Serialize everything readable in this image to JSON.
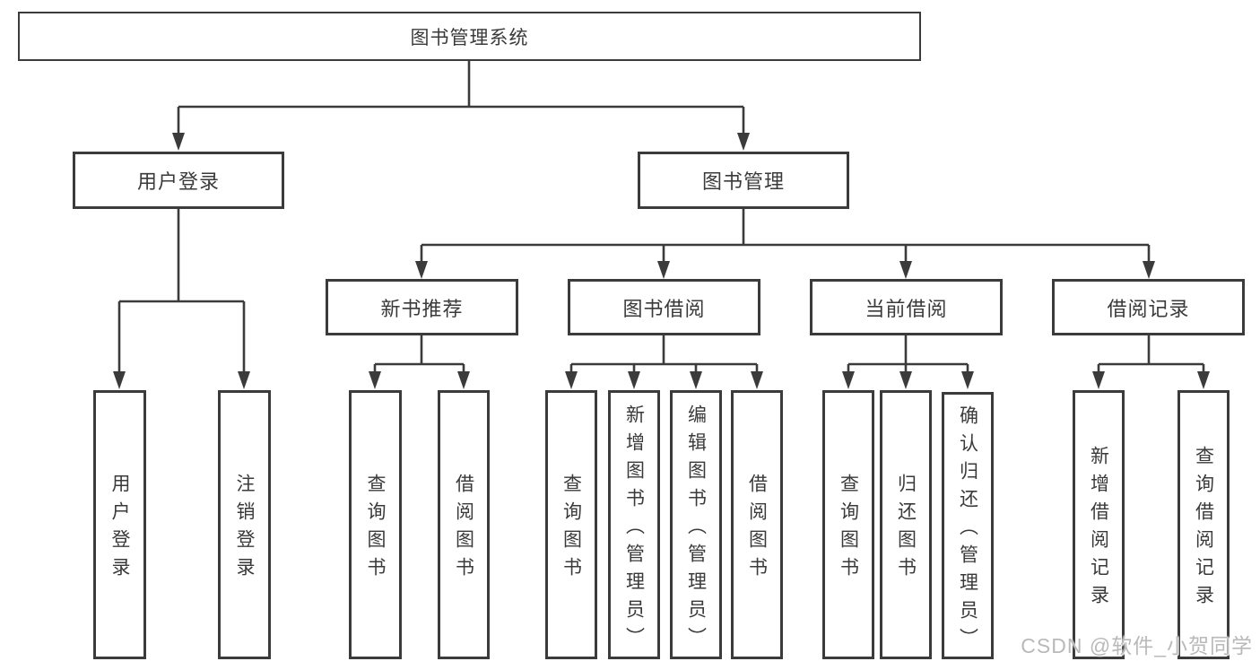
{
  "diagram": {
    "title": "图书管理系统",
    "root": {
      "label": "图书管理系统"
    },
    "level1": [
      {
        "label": "用户登录",
        "parent": "图书管理系统"
      },
      {
        "label": "图书管理",
        "parent": "图书管理系统"
      }
    ],
    "level2": [
      {
        "label": "新书推荐",
        "parent": "图书管理"
      },
      {
        "label": "图书借阅",
        "parent": "图书管理"
      },
      {
        "label": "当前借阅",
        "parent": "图书管理"
      },
      {
        "label": "借阅记录",
        "parent": "图书管理"
      }
    ],
    "leaves": [
      {
        "label": "用户登录",
        "parent": "用户登录"
      },
      {
        "label": "注销登录",
        "parent": "用户登录"
      },
      {
        "label": "查询图书",
        "parent": "新书推荐"
      },
      {
        "label": "借阅图书",
        "parent": "新书推荐"
      },
      {
        "label": "查询图书",
        "parent": "图书借阅"
      },
      {
        "label": "新增图书（管理员）",
        "parent": "图书借阅"
      },
      {
        "label": "编辑图书（管理员）",
        "parent": "图书借阅"
      },
      {
        "label": "借阅图书",
        "parent": "图书借阅"
      },
      {
        "label": "查询图书",
        "parent": "当前借阅"
      },
      {
        "label": "归还图书",
        "parent": "当前借阅"
      },
      {
        "label": "确认归还（管理员）",
        "parent": "当前借阅"
      },
      {
        "label": "新增借阅记录",
        "parent": "借阅记录"
      },
      {
        "label": "查询借阅记录",
        "parent": "借阅记录"
      }
    ]
  },
  "watermark": {
    "text": "CSDN @软件_小贺同学",
    "color": "#b9b9b9"
  },
  "colors": {
    "line": "#3b3b3b",
    "text": "#3a3a3a",
    "background": "#ffffff"
  }
}
